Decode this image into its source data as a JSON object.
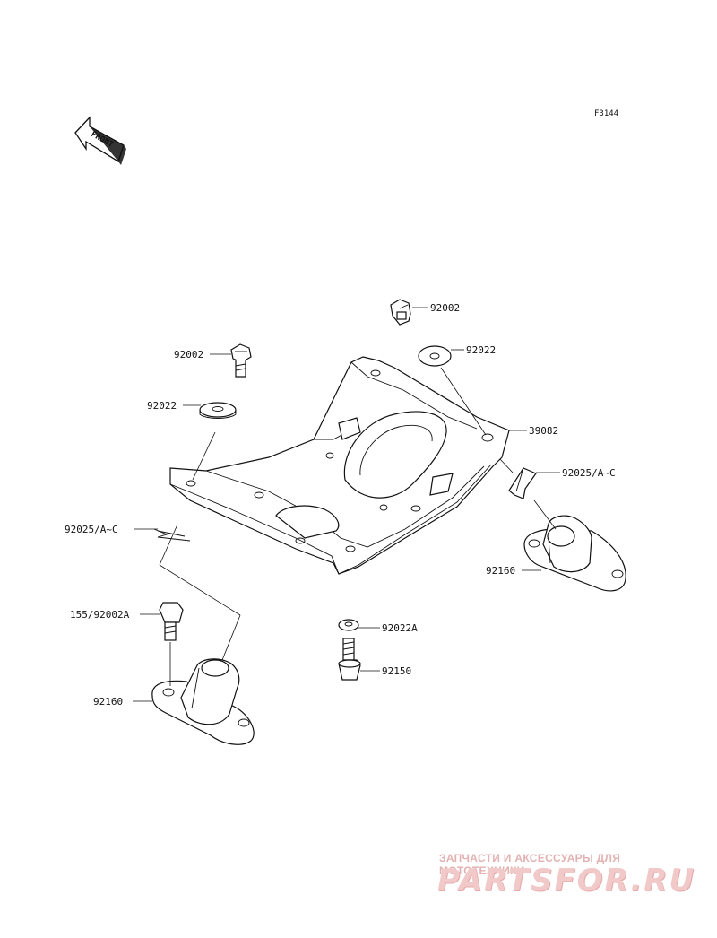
{
  "figure": {
    "code": "F3144"
  },
  "front_arrow": {
    "label": "FRONT",
    "icon": "front-direction-arrow-icon"
  },
  "callouts": [
    {
      "id": "92002_top_right",
      "text": "92002"
    },
    {
      "id": "92022_top_right",
      "text": "92022"
    },
    {
      "id": "92002_left",
      "text": "92002"
    },
    {
      "id": "92022_left",
      "text": "92022"
    },
    {
      "id": "39082",
      "text": "39082"
    },
    {
      "id": "92025_right",
      "text": "92025/A~C"
    },
    {
      "id": "92025_left",
      "text": "92025/A~C"
    },
    {
      "id": "92160_right",
      "text": "92160"
    },
    {
      "id": "155_92002A",
      "text": "155/92002A"
    },
    {
      "id": "92022A",
      "text": "92022A"
    },
    {
      "id": "92150",
      "text": "92150"
    },
    {
      "id": "92160_left",
      "text": "92160"
    }
  ],
  "watermark": {
    "caption": "ЗАПЧАСТИ И АКСЕССУАРЫ ДЛЯ МОТОТЕХНИКИ",
    "logo": "PARTSFOR.RU"
  },
  "colors": {
    "line": "#111111",
    "watermark": "#f2c9c9"
  }
}
